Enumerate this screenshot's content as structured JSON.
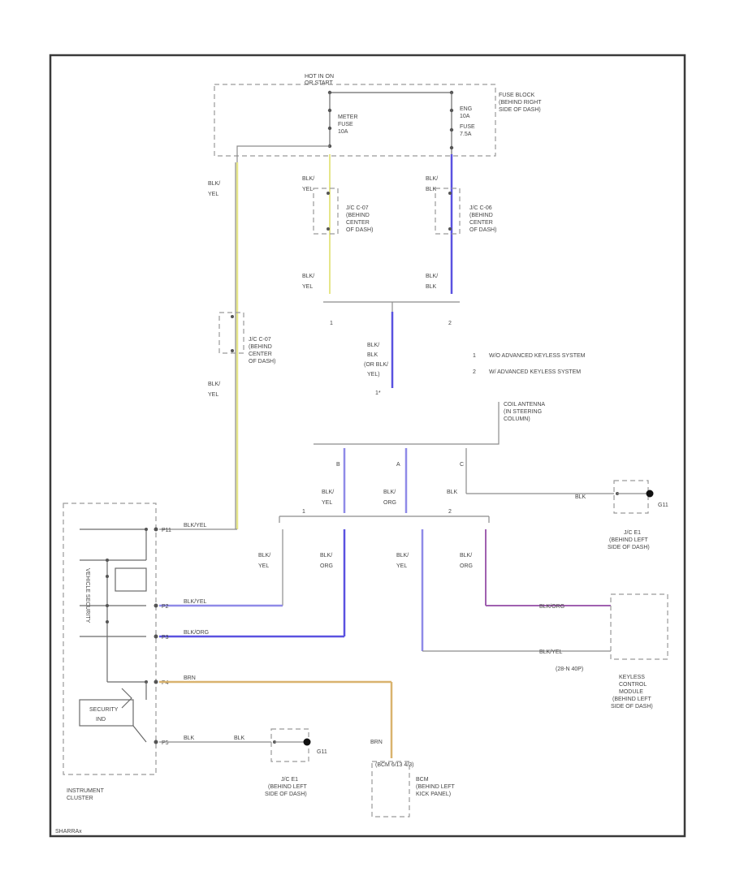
{
  "colors": {
    "yellow": "#e6e68a",
    "violet": "#5a52e0",
    "violet_light": "#8f8ae8",
    "purple": "#a060b0",
    "brown": "#d9b36e",
    "wire_grey": "#8c8c8c"
  },
  "fuse_block": {
    "hot_label": "HOT IN ON",
    "hot_sub": "OR START",
    "label": [
      "FUSE BLOCK",
      "(BEHIND RIGHT",
      "SIDE OF DASH)"
    ],
    "meter_fuse": [
      "METER",
      "FUSE",
      "10A"
    ],
    "eng_fuse": [
      "ENG",
      "10A",
      "FUSE",
      "7.5A"
    ]
  },
  "wire_labels": {
    "blk_yel_left_top": [
      "BLK/",
      "YEL"
    ],
    "blk_yel_left_bottom": [
      "BLK/",
      "YEL"
    ],
    "blk_yel_mid_top": [
      "BLK/",
      "YEL"
    ],
    "blk_blk_mid_top": [
      "BLK/",
      "BLK"
    ],
    "blk_yel_mid_bottom": [
      "BLK/",
      "YEL"
    ],
    "blk_blk_mid_bottom": [
      "BLK/",
      "BLK"
    ],
    "blk_blk_or": [
      "BLK/",
      "BLK",
      "(OR BLK/",
      "YEL)"
    ],
    "blk_yel_ant": [
      "BLK/",
      "YEL"
    ],
    "blk_org_ant": [
      "BLK/",
      "ORG"
    ],
    "blk_ant": "BLK",
    "blk_gnd": "BLK",
    "blk_yel_low1": [
      "BLK/",
      "YEL"
    ],
    "blk_org_low1": [
      "BLK/",
      "ORG"
    ],
    "blk_yel_low2": [
      "BLK/",
      "YEL"
    ],
    "blk_org_low2": [
      "BLK/",
      "ORG"
    ],
    "brn": "BRN",
    "brn2": "BRN",
    "blk_ic1": "BLK",
    "blk_ic2": "BLK"
  },
  "junctions": {
    "jc_c07_left": [
      "J/C C-07",
      "(BEHIND",
      "CENTER",
      "OF DASH)"
    ],
    "jc_c07_mid": [
      "J/C C-07",
      "(BEHIND",
      "CENTER",
      "OF DASH)"
    ],
    "jc_c06": [
      "J/C C-06",
      "(BEHIND",
      "CENTER",
      "OF DASH)"
    ],
    "jc_e1_right": [
      "J/C E1",
      "(BEHIND LEFT",
      "SIDE OF DASH)"
    ],
    "jc_e1_bottom": [
      "J/C E1",
      "(BEHIND LEFT",
      "SIDE OF DASH)"
    ]
  },
  "notes": [
    {
      "num": "1",
      "text": "W/O ADVANCED KEYLESS SYSTEM"
    },
    {
      "num": "2",
      "text": "W/ ADVANCED KEYLESS SYSTEM"
    }
  ],
  "branch_nums": {
    "one": "1",
    "two": "2",
    "one_b": "1",
    "two_b": "2",
    "star": "1*"
  },
  "coil_antenna": {
    "label": [
      "COIL ANTENNA",
      "(IN STEERING",
      "COLUMN)"
    ],
    "pins": [
      "B",
      "A",
      "C"
    ]
  },
  "ground": "G11",
  "ground2": "G11",
  "keyless_module": {
    "label": [
      "KEYLESS",
      "CONTROL",
      "MODULE",
      "(BEHIND LEFT",
      "SIDE OF DASH)"
    ],
    "conn_label": "(28-N 40P)",
    "wire1": "BLK/ORG",
    "wire2": "BLK/YEL"
  },
  "instrument_cluster": {
    "label": [
      "INSTRUMENT",
      "CLUSTER"
    ],
    "security_ind": [
      "SECURITY",
      "IND"
    ],
    "side_text": "VEHICLE SECURITY",
    "pins": [
      "P11",
      "P2",
      "P3",
      "P4",
      "P5"
    ],
    "wire_tags": [
      "BLK/YEL",
      "BLK/YEL",
      "BLK/ORG",
      "BRN",
      "BLK"
    ]
  },
  "bcm": {
    "conn_label": "(BCM 6/13 4/3)",
    "label": [
      "BCM",
      "(BEHIND LEFT",
      "KICK PANEL)"
    ]
  },
  "footer_code": "SHARRAx"
}
